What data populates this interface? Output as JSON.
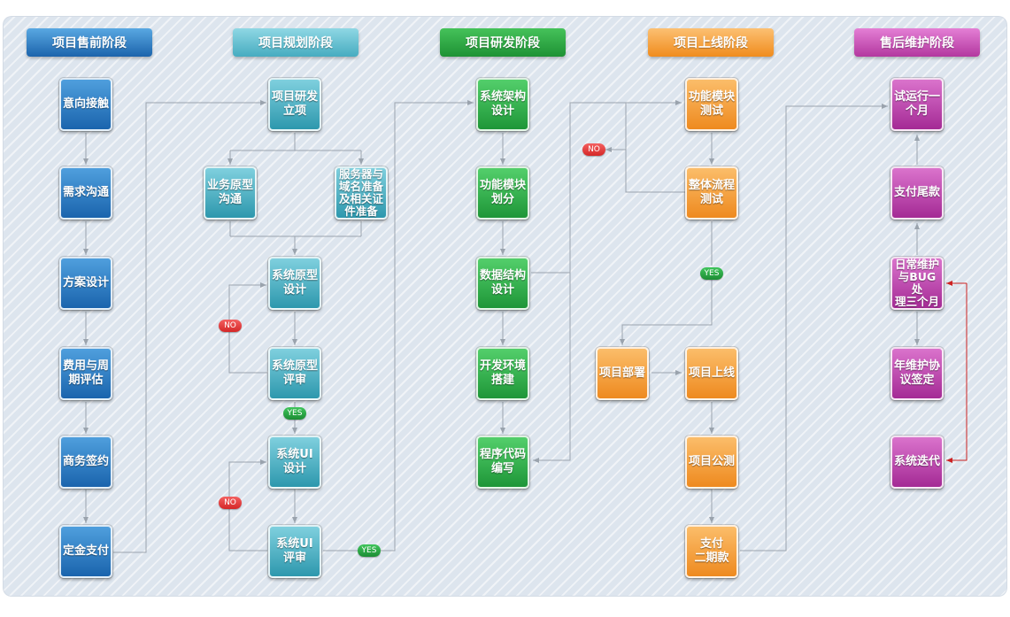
{
  "stages": [
    {
      "label": "项目售前阶段"
    },
    {
      "label": "项目规划阶段"
    },
    {
      "label": "项目研发阶段"
    },
    {
      "label": "项目上线阶段"
    },
    {
      "label": "售后维护阶段"
    }
  ],
  "presale": [
    "意向接触",
    "需求沟通",
    "方案设计",
    "费用与周\n期评估",
    "商务签约",
    "定金支付"
  ],
  "planning": {
    "approve": "项目研发\n立项",
    "prototype_comm": "业务原型\n沟通",
    "server_prep": "服务器与\n域名准备\n及相关证\n件准备",
    "prototype_design": "系统原型\n设计",
    "prototype_review": "系统原型\n评审",
    "ui_design": "系统UI\n设计",
    "ui_review": "系统UI\n评审"
  },
  "dev": [
    "系统架构\n设计",
    "功能模块\n划分",
    "数据结构\n设计",
    "开发环境\n搭建",
    "程序代码\n编写"
  ],
  "launch": {
    "module_test": "功能模块\n测试",
    "flow_test": "整体流程\n测试",
    "deploy": "项目部署",
    "go_live": "项目上线",
    "public_test": "项目公测",
    "second_payment": "支付\n二期款"
  },
  "aftersale": {
    "trial": "试运行一\n个月",
    "final_payment": "支付尾款",
    "maintenance": "日常维护\n与BUG处\n理三个月",
    "annual_contract": "年维护协\n议签定",
    "iteration": "系统迭代"
  },
  "badges": {
    "no": "NO",
    "yes": "YES"
  },
  "colors": {
    "line": "#9aa3ad",
    "arrow_red": "#cc2222"
  }
}
